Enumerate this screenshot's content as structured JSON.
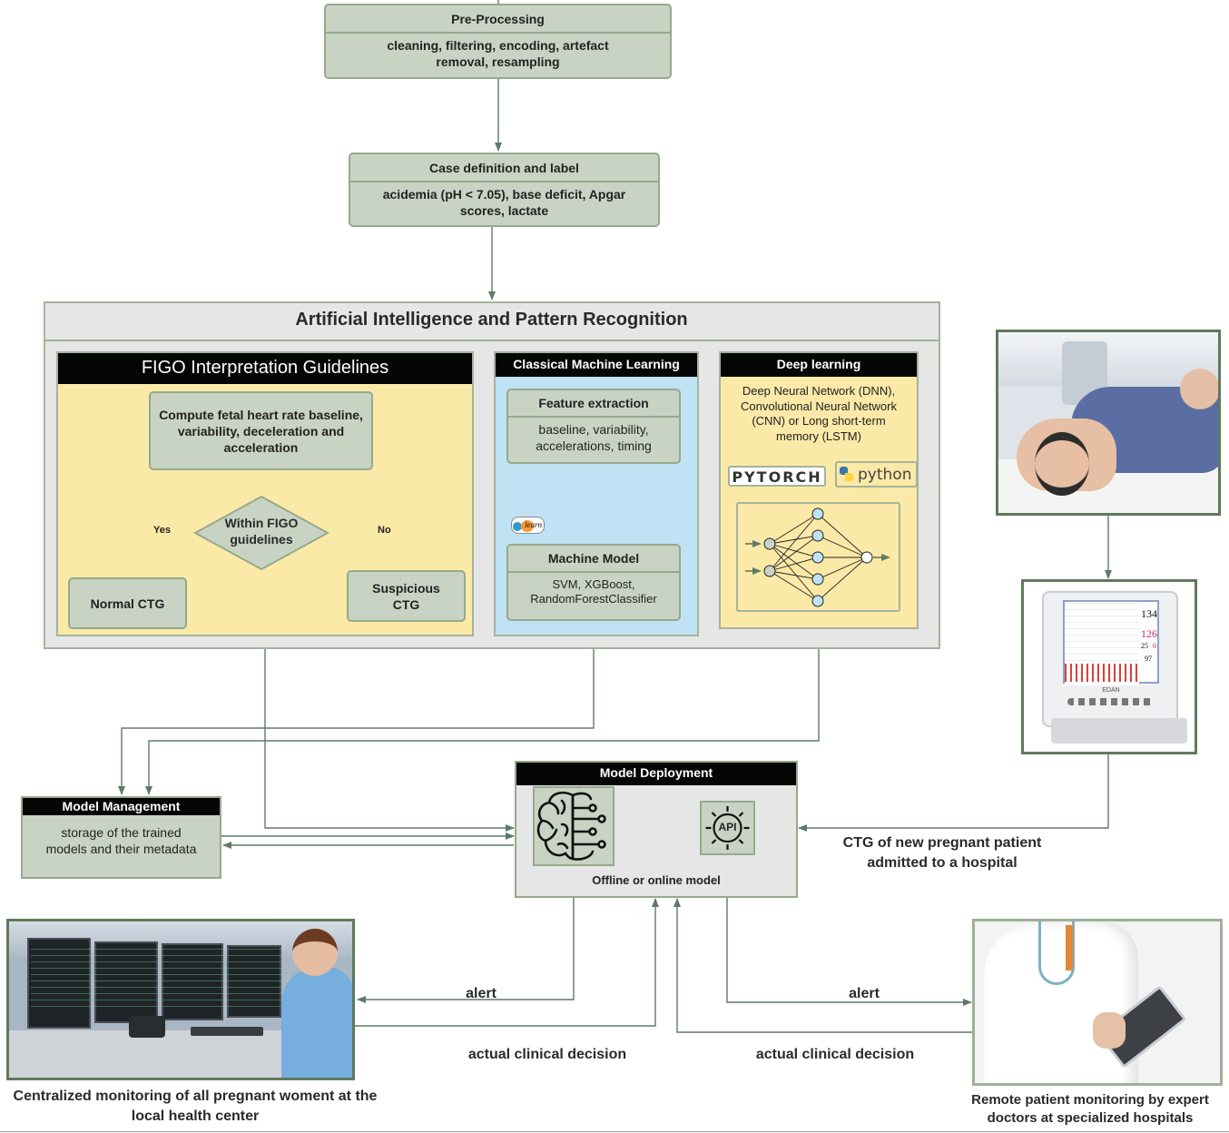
{
  "preprocessing": {
    "title": "Pre-Processing",
    "body": "cleaning, filtering, encoding, artefact removal, resampling"
  },
  "case_definition": {
    "title": "Case definition and label",
    "body": "acidemia (pH < 7.05), base deficit, Apgar scores, lactate"
  },
  "ai": {
    "title": "Artificial Intelligence and Pattern Recognition",
    "figo": {
      "title": "FIGO Interpretation Guidelines",
      "compute": "Compute fetal heart rate baseline, variability, deceleration and acceleration",
      "decision": "Within FIGO guidelines",
      "yes": "Yes",
      "no": "No",
      "normal": "Normal CTG",
      "suspicious": "Suspicious CTG"
    },
    "classical": {
      "title": "Classical Machine Learning",
      "feature_title": "Feature extraction",
      "feature_body": "baseline, variability, accelerations, timing",
      "sklearn_logo": "learn",
      "model_title": "Machine Model",
      "model_body": "SVM, XGBoost, RandomForestClassifier"
    },
    "deep": {
      "title": "Deep learning",
      "body": "Deep Neural Network (DNN), Convolutional Neural Network (CNN) or Long short-term memory (LSTM)",
      "pytorch_logo": "PYTORCH",
      "python_logo": "python"
    }
  },
  "model_management": {
    "title": "Model Management",
    "body": "storage of the trained models and their metadata"
  },
  "deployment": {
    "title": "Model Deployment",
    "api_label": "API",
    "caption": "Offline or online model"
  },
  "labels": {
    "new_patient": "CTG of new pregnant patient admitted to a hospital",
    "alert_left": "alert",
    "alert_right": "alert",
    "decision_left": "actual clinical decision",
    "decision_right": "actual clinical decision",
    "central_caption": "Centralized monitoring of all pregnant woment at the local health center",
    "remote_caption": "Remote patient monitoring by expert doctors at specialized hospitals"
  },
  "monitor_readout": {
    "v1": "134",
    "v2": "126",
    "v3": "25",
    "v4": "0",
    "v5": "97",
    "brand": "EDAN"
  },
  "colors": {
    "box_fill": "#c9d3c3",
    "panel_fill": "#e6e6e6",
    "figo_fill": "#fbe9a7",
    "classical_fill": "#bfe3f4",
    "connector": "#5e7a66",
    "header_black": "#050505"
  }
}
